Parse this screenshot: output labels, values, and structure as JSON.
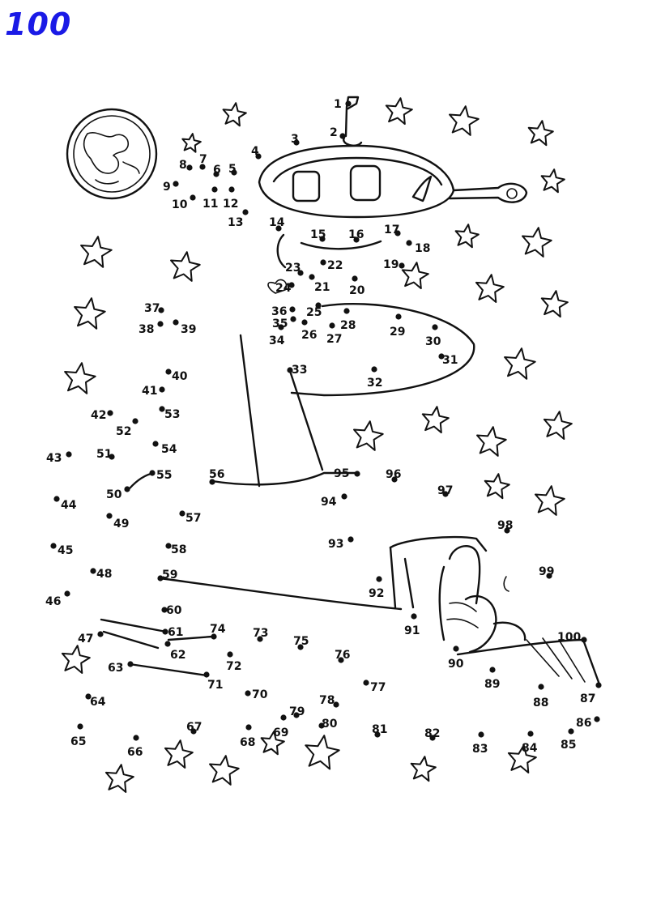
{
  "title": "100",
  "dots": [
    {
      "n": 1,
      "label": "1"
    },
    {
      "n": 2,
      "label": "2"
    },
    {
      "n": 3,
      "label": "3"
    },
    {
      "n": 4,
      "label": "4"
    },
    {
      "n": 5,
      "label": "5"
    },
    {
      "n": 6,
      "label": "6"
    },
    {
      "n": 7,
      "label": "7"
    },
    {
      "n": 8,
      "label": "8"
    },
    {
      "n": 9,
      "label": "9"
    },
    {
      "n": 10,
      "label": "10"
    },
    {
      "n": 11,
      "label": "11"
    },
    {
      "n": 12,
      "label": "12"
    },
    {
      "n": 13,
      "label": "13"
    },
    {
      "n": 14,
      "label": "14"
    },
    {
      "n": 15,
      "label": "15"
    },
    {
      "n": 16,
      "label": "16"
    },
    {
      "n": 17,
      "label": "17"
    },
    {
      "n": 18,
      "label": "18"
    },
    {
      "n": 19,
      "label": "19"
    },
    {
      "n": 20,
      "label": "20"
    },
    {
      "n": 21,
      "label": "21"
    },
    {
      "n": 22,
      "label": "22"
    },
    {
      "n": 23,
      "label": "23"
    },
    {
      "n": 24,
      "label": "24"
    },
    {
      "n": 25,
      "label": "25"
    },
    {
      "n": 26,
      "label": "26"
    },
    {
      "n": 27,
      "label": "27"
    },
    {
      "n": 28,
      "label": "28"
    },
    {
      "n": 29,
      "label": "29"
    },
    {
      "n": 30,
      "label": "30"
    },
    {
      "n": 31,
      "label": "31"
    },
    {
      "n": 32,
      "label": "32"
    },
    {
      "n": 33,
      "label": "33"
    },
    {
      "n": 34,
      "label": "34"
    },
    {
      "n": 35,
      "label": "35"
    },
    {
      "n": 36,
      "label": "36"
    },
    {
      "n": 37,
      "label": "37"
    },
    {
      "n": 38,
      "label": "38"
    },
    {
      "n": 39,
      "label": "39"
    },
    {
      "n": 40,
      "label": "40"
    },
    {
      "n": 41,
      "label": "41"
    },
    {
      "n": 42,
      "label": "42"
    },
    {
      "n": 43,
      "label": "43"
    },
    {
      "n": 44,
      "label": "44"
    },
    {
      "n": 45,
      "label": "45"
    },
    {
      "n": 46,
      "label": "46"
    },
    {
      "n": 47,
      "label": "47"
    },
    {
      "n": 48,
      "label": "48"
    },
    {
      "n": 49,
      "label": "49"
    },
    {
      "n": 50,
      "label": "50"
    },
    {
      "n": 51,
      "label": "51"
    },
    {
      "n": 52,
      "label": "52"
    },
    {
      "n": 53,
      "label": "53"
    },
    {
      "n": 54,
      "label": "54"
    },
    {
      "n": 55,
      "label": "55"
    },
    {
      "n": 56,
      "label": "56"
    },
    {
      "n": 57,
      "label": "57"
    },
    {
      "n": 58,
      "label": "58"
    },
    {
      "n": 59,
      "label": "59"
    },
    {
      "n": 60,
      "label": "60"
    },
    {
      "n": 61,
      "label": "61"
    },
    {
      "n": 62,
      "label": "62"
    },
    {
      "n": 63,
      "label": "63"
    },
    {
      "n": 64,
      "label": "64"
    },
    {
      "n": 65,
      "label": "65"
    },
    {
      "n": 66,
      "label": "66"
    },
    {
      "n": 67,
      "label": "67"
    },
    {
      "n": 68,
      "label": "68"
    },
    {
      "n": 69,
      "label": "69"
    },
    {
      "n": 70,
      "label": "70"
    },
    {
      "n": 71,
      "label": "71"
    },
    {
      "n": 72,
      "label": "72"
    },
    {
      "n": 73,
      "label": "73"
    },
    {
      "n": 74,
      "label": "74"
    },
    {
      "n": 75,
      "label": "75"
    },
    {
      "n": 76,
      "label": "76"
    },
    {
      "n": 77,
      "label": "77"
    },
    {
      "n": 78,
      "label": "78"
    },
    {
      "n": 79,
      "label": "79"
    },
    {
      "n": 80,
      "label": "80"
    },
    {
      "n": 81,
      "label": "81"
    },
    {
      "n": 82,
      "label": "82"
    },
    {
      "n": 83,
      "label": "83"
    },
    {
      "n": 84,
      "label": "84"
    },
    {
      "n": 85,
      "label": "85"
    },
    {
      "n": 86,
      "label": "86"
    },
    {
      "n": 87,
      "label": "87"
    },
    {
      "n": 88,
      "label": "88"
    },
    {
      "n": 89,
      "label": "89"
    },
    {
      "n": 90,
      "label": "90"
    },
    {
      "n": 91,
      "label": "91"
    },
    {
      "n": 92,
      "label": "92"
    },
    {
      "n": 93,
      "label": "93"
    },
    {
      "n": 94,
      "label": "94"
    },
    {
      "n": 95,
      "label": "95"
    },
    {
      "n": 96,
      "label": "96"
    },
    {
      "n": 97,
      "label": "97"
    },
    {
      "n": 98,
      "label": "98"
    },
    {
      "n": 99,
      "label": "99"
    },
    {
      "n": 100,
      "label": "100"
    }
  ],
  "colors": {
    "title": "#1a1ae6",
    "ink": "#111111",
    "paper": "#ffffff"
  }
}
